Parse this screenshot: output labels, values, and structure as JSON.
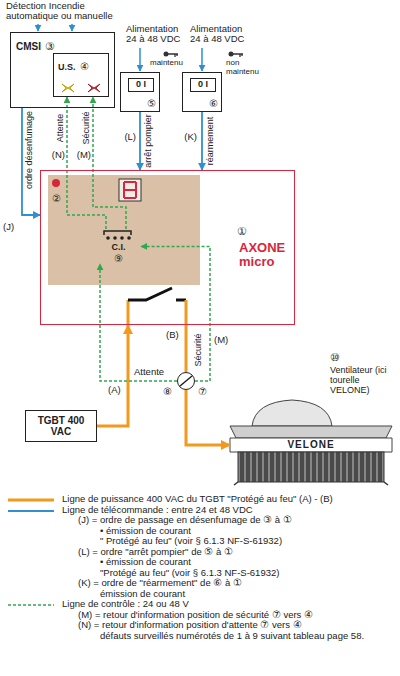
{
  "diagram": {
    "nodes": [
      {
        "text": [
          "CMSI",
          "③"
        ]
      },
      {
        "text": [
          "U.S.",
          "④"
        ],
        "in": 0
      },
      {
        "text": [
          "0 I",
          "⑤"
        ]
      },
      {
        "text": [
          "0 I",
          "⑥"
        ]
      },
      {
        "text": [
          "①",
          "AXONE micro"
        ]
      },
      {
        "text": [
          "②"
        ],
        "in": 4
      },
      {
        "text": [
          "C.I.",
          "⑨"
        ],
        "in": 5
      },
      {
        "text": [
          "TGBT 400 VAC"
        ]
      },
      {
        "text": [
          "⑦",
          "⑧"
        ]
      },
      {
        "text": [
          "VELONE"
        ]
      }
    ],
    "edges": [
      {
        "from": 0,
        "to": 4,
        "arrow": "to"
      },
      {
        "from": 2,
        "to": 4,
        "arrow": "to"
      },
      {
        "from": 3,
        "to": 4,
        "arrow": "to"
      },
      {
        "from": 6,
        "to": 1,
        "arrow": "to"
      },
      {
        "from": 6,
        "to": 1,
        "arrow": "to"
      },
      {
        "from": 7,
        "to": 4,
        "arrow": "to"
      },
      {
        "from": 4,
        "to": 8,
        "arrow": "none"
      },
      {
        "from": 8,
        "to": 9,
        "arrow": "to"
      },
      {
        "from": 8,
        "to": 6,
        "arrow": "to"
      },
      {
        "from": 8,
        "to": 6,
        "arrow": "to"
      }
    ],
    "labels": [
      "Détection Incendie automatique ou manuelle",
      "Alimentation 24 à 48 VDC",
      "Alimentation 24 à 48 VDC",
      "maintenu",
      "non maintenu",
      "(L)",
      "arrêt pompier",
      "(K)",
      "réarmement",
      "ordre désenfumage",
      "(J)",
      "Attente",
      "Sécurité",
      "(N)",
      "(M)",
      "(A)",
      "(B)",
      "Sécurité",
      "(M)",
      "Attente",
      "⑩",
      "Ventilateur (ici tourelle VELONE)"
    ],
    "legend": [
      {
        "text": "Ligne de puissance 400 VAC du TGBT \"Protégé au feu\" (A) - (B)"
      },
      {
        "text": "Ligne de télécommande : entre 24 et 48 VDC"
      },
      {
        "text": "(J) = ordre de passage en désenfumage de ③ à ①"
      },
      {
        "text": "• émission de courant"
      },
      {
        "text": "\" Protégé au feu\" (voir § 6.1.3 NF-S-61932)"
      },
      {
        "text": "(L) = ordre \"arrêt pompier\" de ⑤ à ①"
      },
      {
        "text": "• émission de courant"
      },
      {
        "text": "\"Protégé au feu\" (voir § 6.1.3 NF-S-61932)"
      },
      {
        "text": "(K) = ordre de \"réarmement\" de ⑥ à ①"
      },
      {
        "text": "émission de courant"
      },
      {
        "text": "Ligne de contrôle : 24 ou 48 V"
      },
      {
        "text": "(M) = retour d'information position de sécurité ⑦ vers ④"
      },
      {
        "text": "(N) = retour d'information position d'attente ⑦ vers ④"
      },
      {
        "text": "défauts surveillés numérotés de 1 à 9 suivant tableau page 58."
      }
    ]
  }
}
